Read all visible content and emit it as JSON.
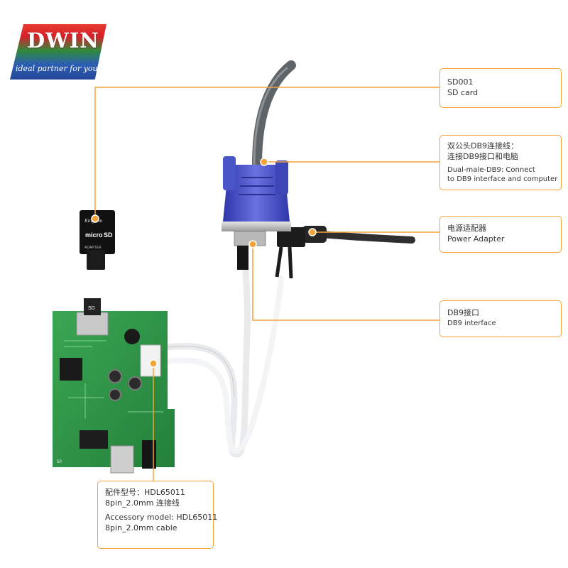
{
  "brand": {
    "name": "DWIN",
    "tagline": "ideal partner for you",
    "registered": "®"
  },
  "sd_card_label": {
    "brand": "Kingston",
    "type": "micro",
    "logo": "SD",
    "size": "ADAPTER"
  },
  "board_labels": {
    "sd_slot": "SD",
    "bottom": "50"
  },
  "callouts": {
    "sd_card": {
      "line1": "SD001",
      "line2": "SD card"
    },
    "db9_cable": {
      "cn_line1": "双公头DB9连接线：",
      "cn_line2": "连接DB9接口和电脑",
      "en_line1": "Dual-male-DB9: Connect",
      "en_line2": "to DB9 interface and computer"
    },
    "power_adapter": {
      "cn": "电源适配器",
      "en": "Power Adapter"
    },
    "db9_interface": {
      "cn": "DB9接口",
      "en": "DB9 interface"
    },
    "accessory": {
      "cn_line1": "配件型号：HDL65011",
      "cn_line2": "8pin_2.0mm 连接线",
      "en_line1": "Accessory model: HDL65011",
      "en_line2": "8pin_2.0mm cable"
    }
  },
  "colors": {
    "callout_border": "#f2a33a",
    "leader_line": "#f2a33a",
    "pcb_green": "#2f9a45",
    "db9_blue": "#4a55c8",
    "cable_grey": "#5f6468"
  }
}
